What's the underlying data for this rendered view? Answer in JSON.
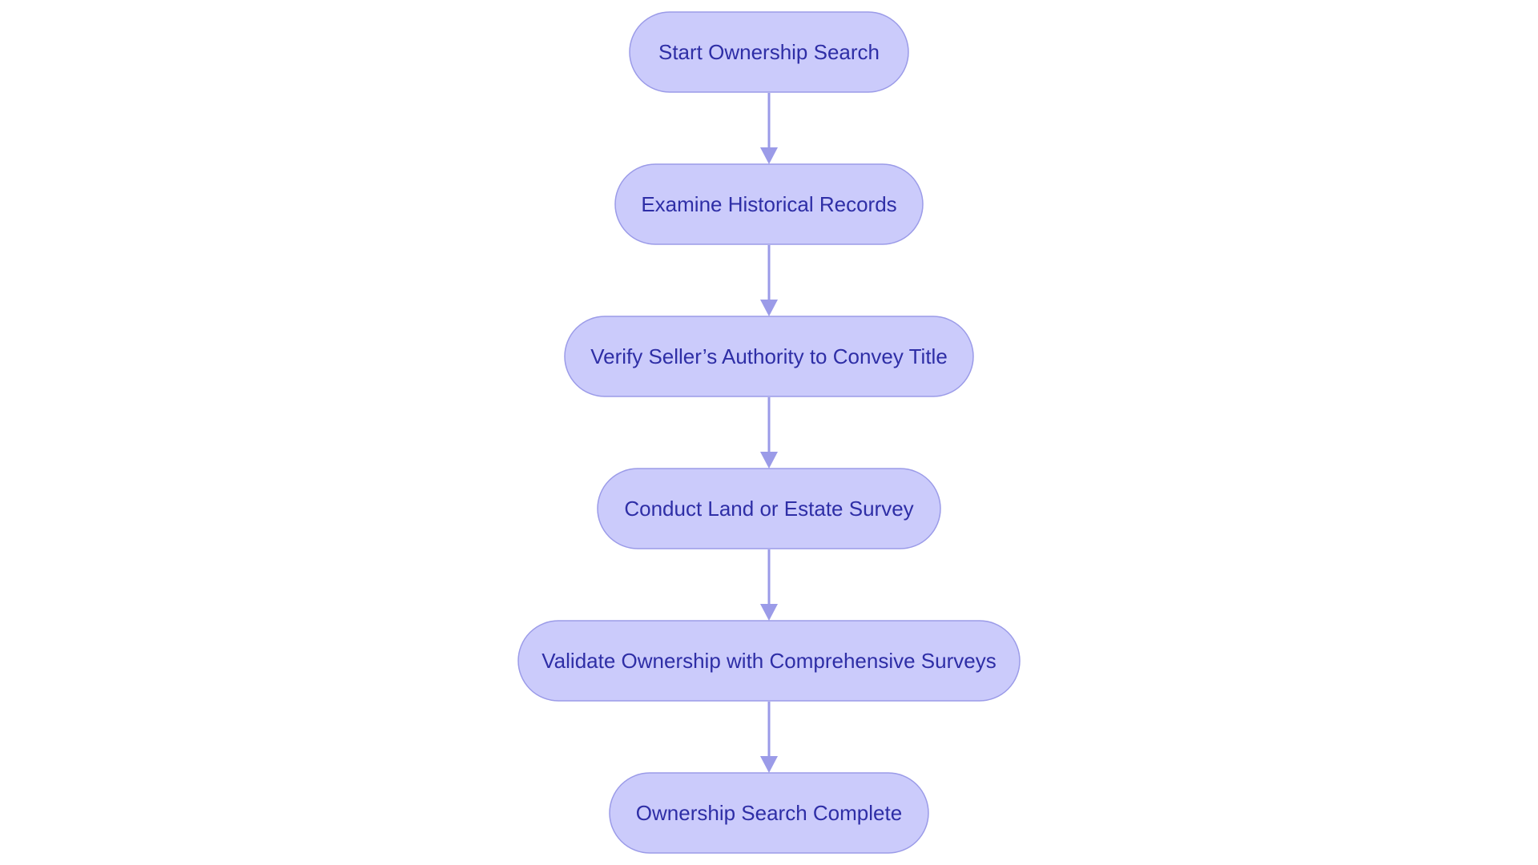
{
  "diagram": {
    "type": "flowchart",
    "direction": "top-to-bottom",
    "colors": {
      "node_fill": "#cbcbfb",
      "node_stroke": "#9b9be8",
      "node_text": "#2e2ea6",
      "edge": "#9b9be8",
      "background": "#ffffff"
    },
    "nodes": [
      {
        "id": "start",
        "label": "Start Ownership Search"
      },
      {
        "id": "examine",
        "label": "Examine Historical Records"
      },
      {
        "id": "verify",
        "label": "Verify Seller’s Authority to Convey Title"
      },
      {
        "id": "survey",
        "label": "Conduct Land or Estate Survey"
      },
      {
        "id": "validate",
        "label": "Validate Ownership with Comprehensive Surveys"
      },
      {
        "id": "complete",
        "label": "Ownership Search Complete"
      }
    ],
    "edges": [
      {
        "from": "start",
        "to": "examine"
      },
      {
        "from": "examine",
        "to": "verify"
      },
      {
        "from": "verify",
        "to": "survey"
      },
      {
        "from": "survey",
        "to": "validate"
      },
      {
        "from": "validate",
        "to": "complete"
      }
    ]
  }
}
